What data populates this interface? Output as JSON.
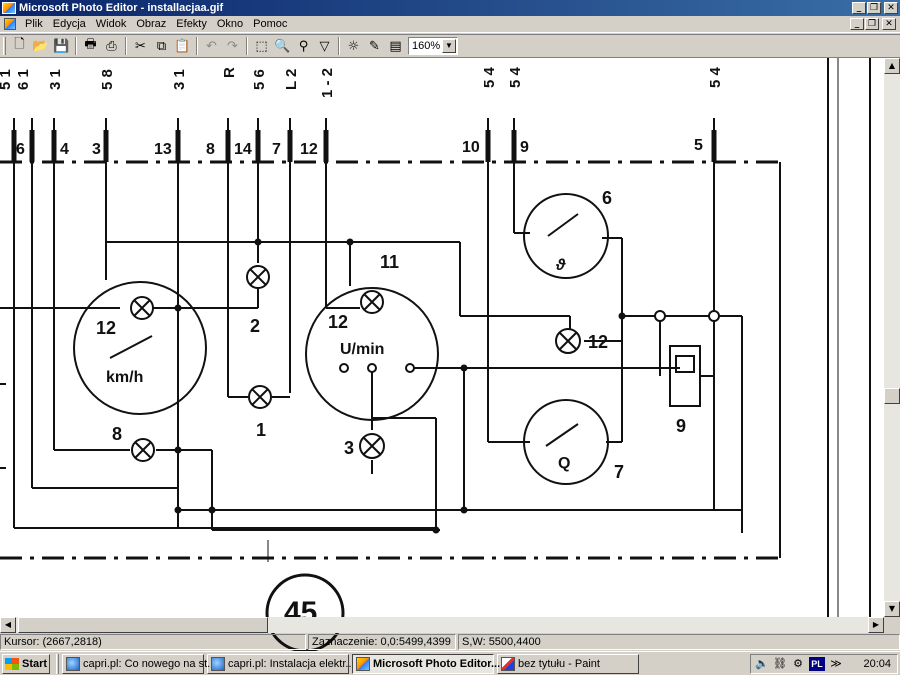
{
  "window": {
    "title": "Microsoft Photo Editor - installacjaa.gif"
  },
  "caption_buttons": {
    "minimize": "_",
    "restore": "❐",
    "close": "✕"
  },
  "menu": {
    "items": [
      "Plik",
      "Edycja",
      "Widok",
      "Obraz",
      "Efekty",
      "Okno",
      "Pomoc"
    ]
  },
  "toolbar": {
    "buttons": [
      {
        "name": "new-icon",
        "glyph": "🗋"
      },
      {
        "name": "open-icon",
        "glyph": "📂"
      },
      {
        "name": "save-icon",
        "glyph": "💾"
      },
      {
        "name": "print-icon",
        "glyph": "🖶"
      },
      {
        "name": "print-preview-icon",
        "glyph": "⎙"
      },
      {
        "name": "cut-icon",
        "glyph": "✂"
      },
      {
        "name": "copy-icon",
        "glyph": "⧉"
      },
      {
        "name": "paste-icon",
        "glyph": "📋"
      },
      {
        "name": "undo-icon",
        "glyph": "↶"
      },
      {
        "name": "redo-icon",
        "glyph": "↷"
      },
      {
        "name": "select-icon",
        "glyph": "⬚"
      },
      {
        "name": "zoom-icon",
        "glyph": "🔍"
      },
      {
        "name": "pan-icon",
        "glyph": "⚲"
      },
      {
        "name": "crop-icon",
        "glyph": "▽"
      },
      {
        "name": "sun-icon",
        "glyph": "☼"
      },
      {
        "name": "brush-icon",
        "glyph": "✎"
      },
      {
        "name": "properties-icon",
        "glyph": "▤"
      }
    ],
    "zoom_value": "160%"
  },
  "diagram": {
    "top_labels": [
      "5 1",
      "6 1",
      "3 1",
      "5 8",
      "3 1",
      "R",
      "5 6",
      "L 2",
      "1 - 2",
      "5 4",
      "5 4",
      "5 4"
    ],
    "pins": [
      "6",
      "4",
      "3",
      "13",
      "8",
      "14",
      "7",
      "12",
      "10",
      "9",
      "5"
    ],
    "labels": {
      "speedo_num": "12",
      "speedo_unit": "km/h",
      "tacho_num": "12",
      "tacho_unit": "U/min",
      "tacho_id": "11",
      "lamp2": "2",
      "lamp1": "1",
      "lamp8": "8",
      "lamp3": "3",
      "lamp12": "12",
      "gauge6": "6",
      "gauge6_symbol": "ϑ",
      "gauge7": "7",
      "gauge7_symbol": "Q",
      "reg9": "9",
      "page_num": "45"
    }
  },
  "status": {
    "cursor": "Kursor: (2667,2818)",
    "selection": "Zaznaczenie: 0,0:5499,4399",
    "size": "S,W: 5500,4400"
  },
  "taskbar": {
    "start": "Start",
    "tasks": [
      {
        "label": "capri.pl: Co nowego na st...",
        "icon": "ie"
      },
      {
        "label": "capri.pl: Instalacja elektr...",
        "icon": "ie"
      },
      {
        "label": "Microsoft Photo Editor...",
        "icon": "pe",
        "active": true
      },
      {
        "label": "bez tytułu - Paint",
        "icon": "paint"
      }
    ],
    "tray_lang": "PL",
    "clock": "20:04"
  }
}
